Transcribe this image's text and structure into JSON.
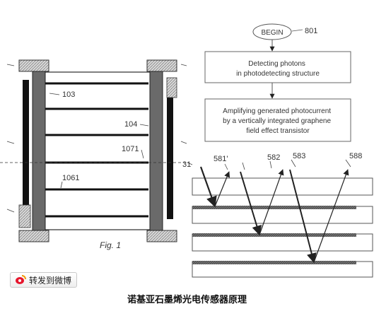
{
  "figure_left": {
    "labels": {
      "layer_top": "103",
      "layer_mid": "104",
      "layer_right": "1071",
      "layer_bottom": "1061",
      "fig_title": "Fig. 1"
    }
  },
  "flowchart": {
    "begin_label": "BEGIN",
    "begin_ref": "801",
    "step1": [
      "Detecting photons",
      "in photodetecting structure"
    ],
    "step2": [
      "Amplifying generated photocurrent",
      "by a vertically integrated graphene",
      "field effect transistor"
    ]
  },
  "figure_right": {
    "labels": {
      "edge_ref": "31",
      "ref_581": "581'",
      "ref_582": "582",
      "ref_583": "583",
      "ref_584": "588"
    }
  },
  "share": {
    "label": "转发到微博",
    "icon": "weibo-icon"
  },
  "caption": "诺基亚石墨烯光电传感器原理"
}
